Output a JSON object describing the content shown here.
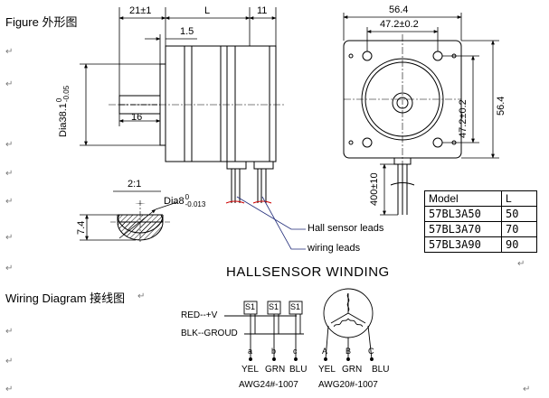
{
  "document": {
    "figure_heading": "Figure 外形图",
    "wiring_heading": "Wiring Diagram 接线图",
    "paragraph_mark": "↵"
  },
  "outline_drawing": {
    "dim_21": "21±1",
    "dim_L": "L",
    "dim_11": "11",
    "dim_1_5": "1.5",
    "dim_shaft_dia_main": "Dia38.1",
    "dim_shaft_dia_tol_upper": "0",
    "dim_shaft_dia_tol_lower": "-0.05",
    "dim_16": "16",
    "dim_56_4_top": "56.4",
    "dim_47_2_top": "47.2±0.2",
    "dim_47_2_side": "47.2±0.2",
    "dim_56_4_side": "56.4",
    "dim_lead_len": "400±10",
    "scale": "2:1",
    "dim_dia8_main": "Dia8",
    "dim_dia8_upper": "0",
    "dim_dia8_lower": "-0.013",
    "dim_7_4": "7.4",
    "hall_leads_label": "Hall sensor leads",
    "wiring_leads_label": "wiring leads"
  },
  "model_table": {
    "header": [
      "Model",
      "L"
    ],
    "rows": [
      [
        "57BL3A50",
        "50"
      ],
      [
        "57BL3A70",
        "70"
      ],
      [
        "57BL3A90",
        "90"
      ]
    ]
  },
  "winding": {
    "title": "HALLSENSOR WINDING",
    "red_label": "RED--+V",
    "blk_label": "BLK--GROUD",
    "sensors": [
      "S1",
      "S1",
      "S1"
    ],
    "hall_pins": [
      "a",
      "b",
      "c"
    ],
    "hall_colors": [
      "YEL",
      "GRN",
      "BLU"
    ],
    "hall_wire": "AWG24#-1007",
    "phase_pins": [
      "A",
      "B",
      "C"
    ],
    "phase_colors": [
      "YEL",
      "GRN",
      "BLU"
    ],
    "phase_wire": "AWG20#-1007"
  }
}
